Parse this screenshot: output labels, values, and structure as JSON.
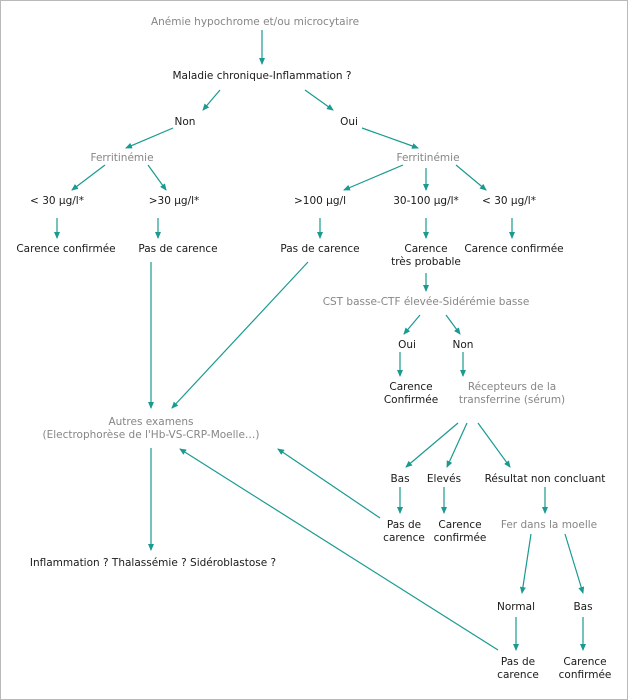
{
  "colors": {
    "arrow": "#1a9a90",
    "text": "#1a1a1a",
    "grey_text": "#868686",
    "border": "#b9b9b9"
  },
  "nodes": {
    "anemie": "Anémie hypochrome et/ou microcytaire",
    "maladie": "Maladie chronique-Inflammation ?",
    "non1": "Non",
    "oui1": "Oui",
    "ferri_left": "Ferritinémie",
    "ferri_right": "Ferritinémie",
    "lt30_left": "< 30 µg/l*",
    "gt30": ">30 µg/l*",
    "gt100": ">100 µg/l",
    "r30_100": "30-100 µg/l*",
    "lt30_right": "< 30 µg/l*",
    "carence_conf_left": "Carence confirmée",
    "pas_carence_left": "Pas de carence",
    "pas_carence_mid": "Pas de carence",
    "carence_probable_1": "Carence",
    "carence_probable_2": "très probable",
    "carence_conf_right": "Carence confirmée",
    "cst": "CST basse-CTF élevée-Sidérémie basse",
    "oui2": "Oui",
    "non2": "Non",
    "carence_conf2_1": "Carence",
    "carence_conf2_2": "Confirmée",
    "recepteurs_1": "Récepteurs de la",
    "recepteurs_2": "transferrine (sérum)",
    "autres_1": "Autres examens",
    "autres_2": "(Electrophorèse de l'Hb-VS-CRP-Moelle…)",
    "bas1": "Bas",
    "eleves": "Elevés",
    "non_concluant": "Résultat non concluant",
    "pas_carence_bas_1": "Pas de",
    "pas_carence_bas_2": "carence",
    "carence_conf3_1": "Carence",
    "carence_conf3_2": "confirmée",
    "fer_moelle": "Fer dans la moelle",
    "inflammation": "Inflammation ?  Thalassémie ? Sidéroblastose ?",
    "normal": "Normal",
    "bas2": "Bas",
    "pas_carence_final_1": "Pas de",
    "pas_carence_final_2": "carence",
    "carence_conf4_1": "Carence",
    "carence_conf4_2": "confirmée"
  }
}
